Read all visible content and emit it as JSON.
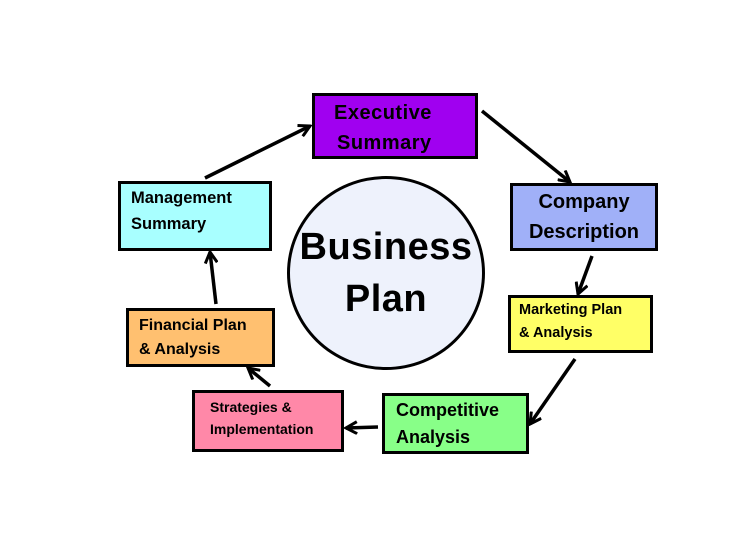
{
  "diagram": {
    "type": "cycle",
    "center": {
      "lines": [
        "Business",
        "Plan"
      ],
      "fill": "#EEF2FC"
    },
    "nodes": [
      {
        "id": "executive-summary",
        "lines": [
          "Executive",
          "Summary"
        ],
        "fill": "#A000F0"
      },
      {
        "id": "company-description",
        "lines": [
          "Company",
          "Description"
        ],
        "fill": "#A0B0F8"
      },
      {
        "id": "marketing-plan",
        "lines": [
          "Marketing Plan",
          "& Analysis"
        ],
        "fill": "#FFFF66"
      },
      {
        "id": "competitive-analysis",
        "lines": [
          "Competitive",
          "Analysis"
        ],
        "fill": "#88FF88"
      },
      {
        "id": "strategies",
        "lines": [
          "Strategies &",
          "Implementation"
        ],
        "fill": "#FF88A8"
      },
      {
        "id": "financial-plan",
        "lines": [
          "Financial Plan",
          "& Analysis"
        ],
        "fill": "#FFC070"
      },
      {
        "id": "management-summary",
        "lines": [
          "Management",
          "Summary"
        ],
        "fill": "#A8FFFF"
      }
    ],
    "edges": [
      {
        "from": "executive-summary",
        "to": "company-description"
      },
      {
        "from": "company-description",
        "to": "marketing-plan"
      },
      {
        "from": "marketing-plan",
        "to": "competitive-analysis"
      },
      {
        "from": "competitive-analysis",
        "to": "strategies"
      },
      {
        "from": "strategies",
        "to": "financial-plan"
      },
      {
        "from": "financial-plan",
        "to": "management-summary"
      },
      {
        "from": "management-summary",
        "to": "executive-summary"
      }
    ]
  }
}
